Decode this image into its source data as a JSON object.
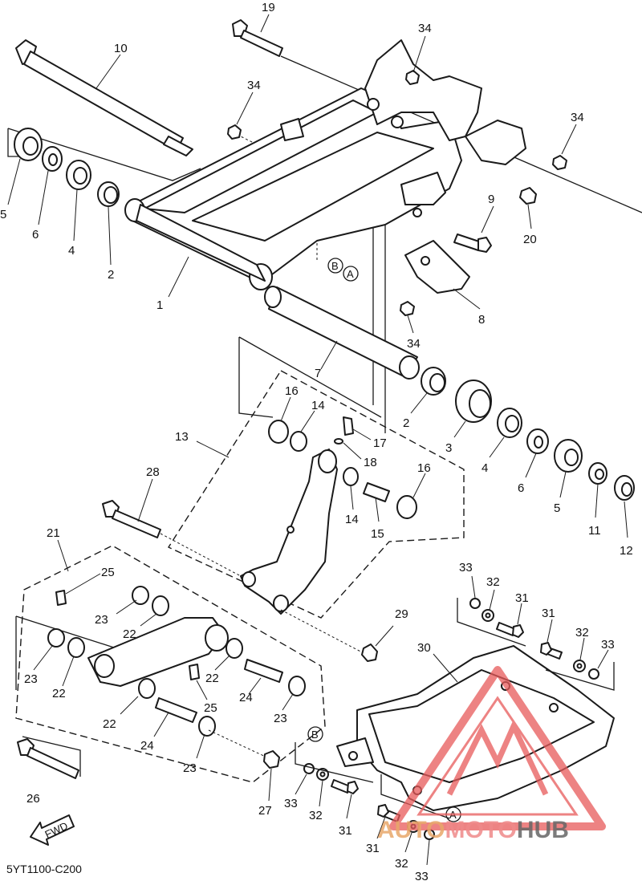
{
  "diagram_code": "5YT1100-C200",
  "fwd_label": "FWD",
  "watermark": {
    "part1": "AUTO",
    "part2": "MOTO",
    "part3": "HUB",
    "color": "#e85a5a"
  },
  "ref_marks": {
    "a": "A",
    "b": "B"
  },
  "callouts": [
    "19",
    "34",
    "10",
    "34",
    "34",
    "5",
    "6",
    "4",
    "2",
    "1",
    "9",
    "20",
    "8",
    "34",
    "7",
    "16",
    "14",
    "17",
    "18",
    "13",
    "28",
    "2",
    "3",
    "4",
    "6",
    "5",
    "11",
    "12",
    "16",
    "14",
    "15",
    "21",
    "25",
    "23",
    "22",
    "23",
    "22",
    "25",
    "22",
    "24",
    "23",
    "22",
    "24",
    "23",
    "29",
    "30",
    "33",
    "32",
    "31",
    "31",
    "32",
    "33",
    "26",
    "27",
    "33",
    "32",
    "31",
    "31",
    "32",
    "33"
  ]
}
